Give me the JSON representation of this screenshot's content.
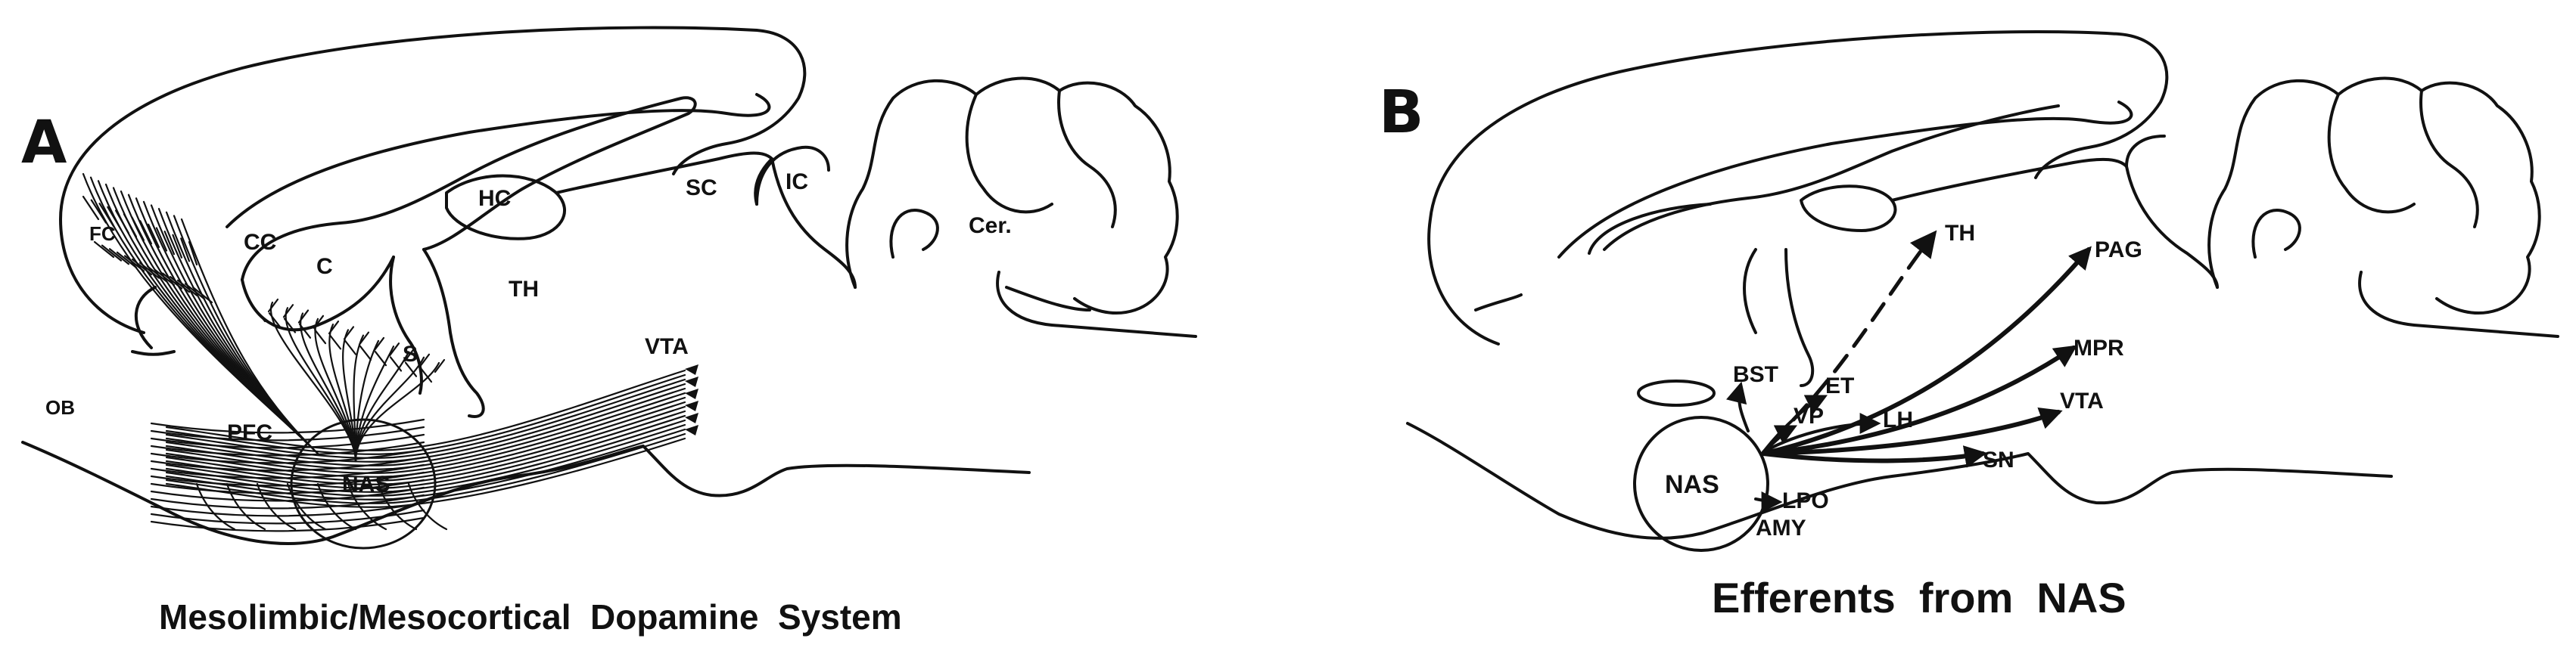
{
  "panel_a": {
    "letter": "A",
    "caption": "Mesolimbic/Mesocortical  Dopamine  System",
    "labels": {
      "fc": "FC",
      "cc": "CC",
      "c": "C",
      "hc": "HC",
      "sc": "SC",
      "ic": "IC",
      "cer": "Cer.",
      "th": "TH",
      "s": "S",
      "vta": "VTA",
      "ob": "OB",
      "pfc": "PFC",
      "nas": "NAS"
    }
  },
  "panel_b": {
    "letter": "B",
    "caption": "Efferents  from  NAS",
    "labels": {
      "th": "TH",
      "pag": "PAG",
      "mpr": "MPR",
      "bst": "BST",
      "et": "ET",
      "vp": "VP",
      "lh": "LH",
      "vta": "VTA",
      "sn": "SN",
      "nas": "NAS",
      "lpo": "LPO",
      "amy": "AMY"
    }
  }
}
